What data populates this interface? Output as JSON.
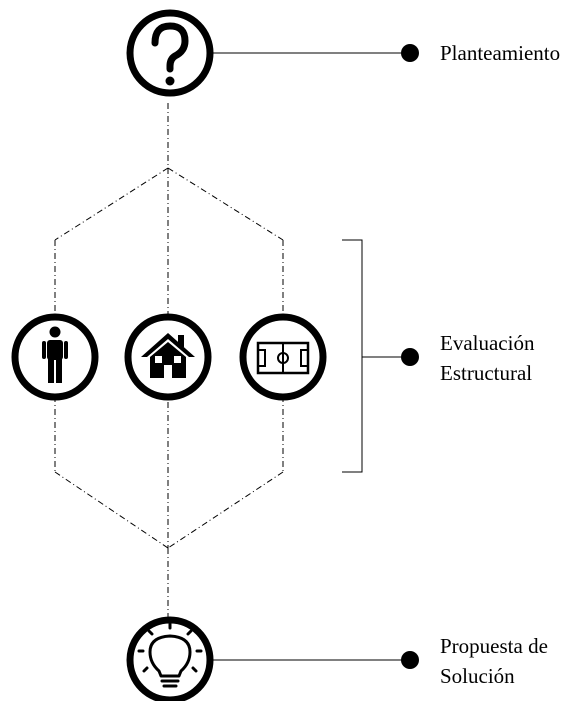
{
  "colors": {
    "stroke": "#000000",
    "background": "#ffffff"
  },
  "stages": {
    "problem": {
      "icon": "question-mark-icon",
      "label": "Planteamiento"
    },
    "evaluation": {
      "label_line1": "Evaluación",
      "label_line2": "Estructural",
      "icons": [
        "person-icon",
        "house-icon",
        "football-field-icon"
      ]
    },
    "solution": {
      "icon": "lightbulb-icon",
      "label_line1": "Propuesta de",
      "label_line2": "Solución"
    }
  }
}
